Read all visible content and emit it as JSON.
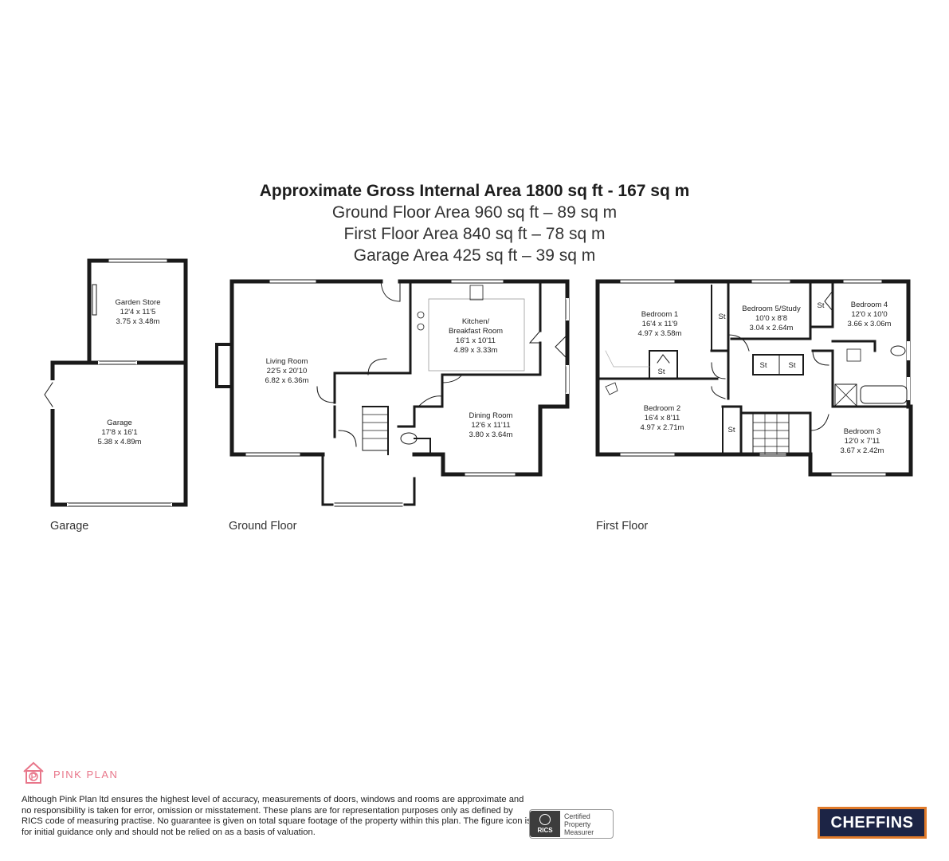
{
  "headings": {
    "title": "Approximate Gross Internal Area 1800 sq ft - 167 sq m",
    "ground": "Ground Floor Area 960 sq ft – 89 sq m",
    "first": "First Floor Area 840 sq ft – 78 sq m",
    "garage": "Garage Area 425 sq ft – 39 sq m"
  },
  "floors": {
    "garage": "Garage",
    "ground": "Ground Floor",
    "first": "First Floor"
  },
  "rooms": {
    "garden_store": {
      "name": "Garden Store",
      "imperial": "12'4 x 11'5",
      "metric": "3.75 x 3.48m"
    },
    "garage": {
      "name": "Garage",
      "imperial": "17'8 x 16'1",
      "metric": "5.38 x 4.89m"
    },
    "living_room": {
      "name": "Living Room",
      "imperial": "22'5 x 20'10",
      "metric": "6.82 x 6.36m"
    },
    "kitchen": {
      "name": "Kitchen/",
      "name2": "Breakfast Room",
      "imperial": "16'1 x 10'11",
      "metric": "4.89 x 3.33m"
    },
    "dining_room": {
      "name": "Dining Room",
      "imperial": "12'6 x 11'11",
      "metric": "3.80 x 3.64m"
    },
    "bedroom1": {
      "name": "Bedroom 1",
      "imperial": "16'4 x 11'9",
      "metric": "4.97 x 3.58m"
    },
    "bedroom5": {
      "name": "Bedroom 5/Study",
      "imperial": "10'0 x 8'8",
      "metric": "3.04 x 2.64m"
    },
    "bedroom4": {
      "name": "Bedroom 4",
      "imperial": "12'0 x 10'0",
      "metric": "3.66 x 3.06m"
    },
    "bedroom2": {
      "name": "Bedroom 2",
      "imperial": "16'4 x 8'11",
      "metric": "4.97 x 2.71m"
    },
    "bedroom3": {
      "name": "Bedroom 3",
      "imperial": "12'0 x 7'11",
      "metric": "3.67 x 2.42m"
    }
  },
  "store_label": "St",
  "brand": {
    "name": "PINK PLAN",
    "icon": "house-icon",
    "color": "#e8768a"
  },
  "disclaimer": "Although Pink Plan ltd ensures the highest level of accuracy, measurements of doors, windows and rooms are approximate and no responsibility is taken for error, omission or misstatement. These plans are for representation purposes only as defined by RICS code of measuring practise. No guarantee is given on total square footage of the property within this plan. The figure icon is for initial guidance only and should not be relied on as a basis of valuation.",
  "rics": {
    "logo": "RICS",
    "line1": "Certified",
    "line2": "Property",
    "line3": "Measurer"
  },
  "agent": {
    "name": "CHEFFINS",
    "bg": "#1c2445",
    "border": "#e07a2a"
  }
}
